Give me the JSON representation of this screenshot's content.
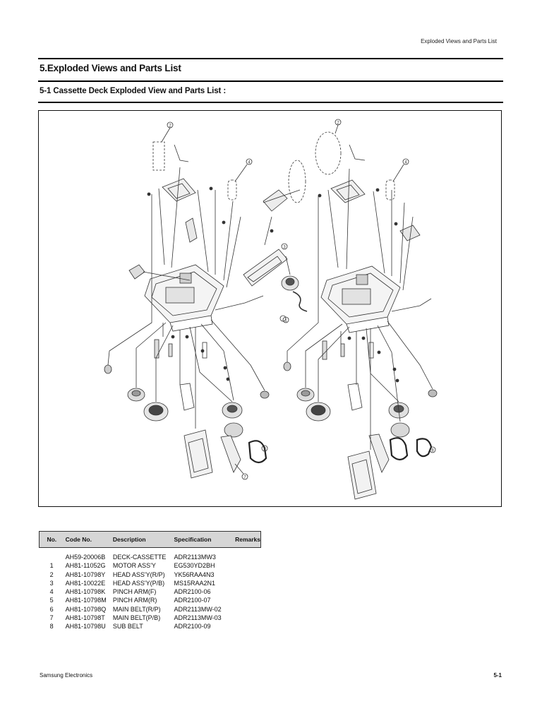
{
  "header": {
    "running_title": "Exploded Views and Parts List"
  },
  "section": {
    "title": "5.Exploded Views and Parts List",
    "subtitle": "5-1 Cassette Deck Exploded View and Parts List :"
  },
  "figure": {
    "callouts_left": [
      "2",
      "4",
      "5",
      "8",
      "7"
    ],
    "callouts_right": [
      "2",
      "4",
      "3",
      "1",
      "8"
    ]
  },
  "parts_table": {
    "headers": [
      "No.",
      "Code No.",
      "Description",
      "Specification",
      "Remarks"
    ],
    "rows": [
      [
        "",
        "AH59-20006B",
        "DECK-CASSETTE",
        "ADR2113MW3",
        ""
      ],
      [
        "1",
        "AH81-11052G",
        "MOTOR ASS'Y",
        "EG530YD2BH",
        ""
      ],
      [
        "2",
        "AH81-10798Y",
        "HEAD ASS'Y(R/P)",
        "YK56RAA4N3",
        ""
      ],
      [
        "3",
        "AH81-10022E",
        "HEAD ASS'Y(P/B)",
        "MS15RAA2N1",
        ""
      ],
      [
        "4",
        "AH81-10798K",
        "PINCH  ARM(F)",
        "ADR2100-06",
        ""
      ],
      [
        "5",
        "AH81-10798M",
        "PINCH  ARM(R)",
        "ADR2100-07",
        ""
      ],
      [
        "6",
        "AH81-10798Q",
        "MAIN BELT(R/P)",
        "ADR2113MW-02",
        ""
      ],
      [
        "7",
        "AH81-10798T",
        "MAIN BELT(P/B)",
        "ADR2113MW-03",
        ""
      ],
      [
        "8",
        "AH81-10798U",
        "SUB BELT",
        "ADR2100-09",
        ""
      ]
    ]
  },
  "footer": {
    "company": "Samsung Electronics",
    "page": "5-1"
  }
}
